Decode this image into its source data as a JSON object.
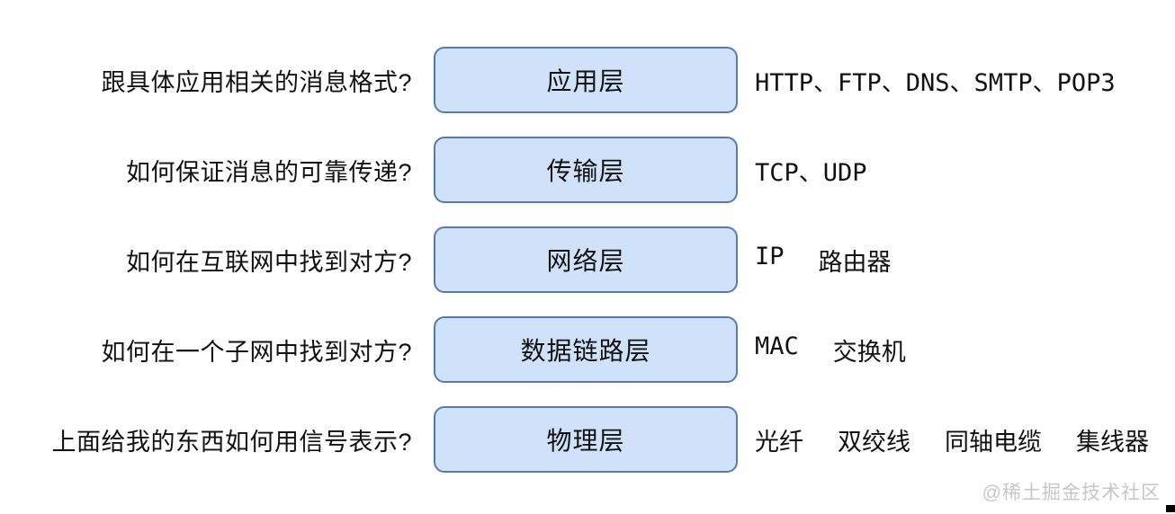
{
  "diagram": {
    "colors": {
      "box_fill": "#cfe2f9",
      "box_border": "#567bab",
      "text": "#111111",
      "watermark": "#c6c6c6"
    },
    "rows": [
      {
        "question": "跟具体应用相关的消息格式?",
        "layer": "应用层",
        "protocols": [
          "HTTP、FTP、DNS、SMTP、POP3"
        ]
      },
      {
        "question": "如何保证消息的可靠传递?",
        "layer": "传输层",
        "protocols": [
          "TCP、UDP"
        ]
      },
      {
        "question": "如何在互联网中找到对方?",
        "layer": "网络层",
        "protocols": [
          "IP",
          "路由器"
        ]
      },
      {
        "question": "如何在一个子网中找到对方?",
        "layer": "数据链路层",
        "protocols": [
          "MAC",
          "交换机"
        ]
      },
      {
        "question": "上面给我的东西如何用信号表示?",
        "layer": "物理层",
        "protocols": [
          "光纤",
          "双绞线",
          "同轴电缆",
          "集线器"
        ]
      }
    ],
    "watermark": "@稀土掘金技术社区"
  }
}
